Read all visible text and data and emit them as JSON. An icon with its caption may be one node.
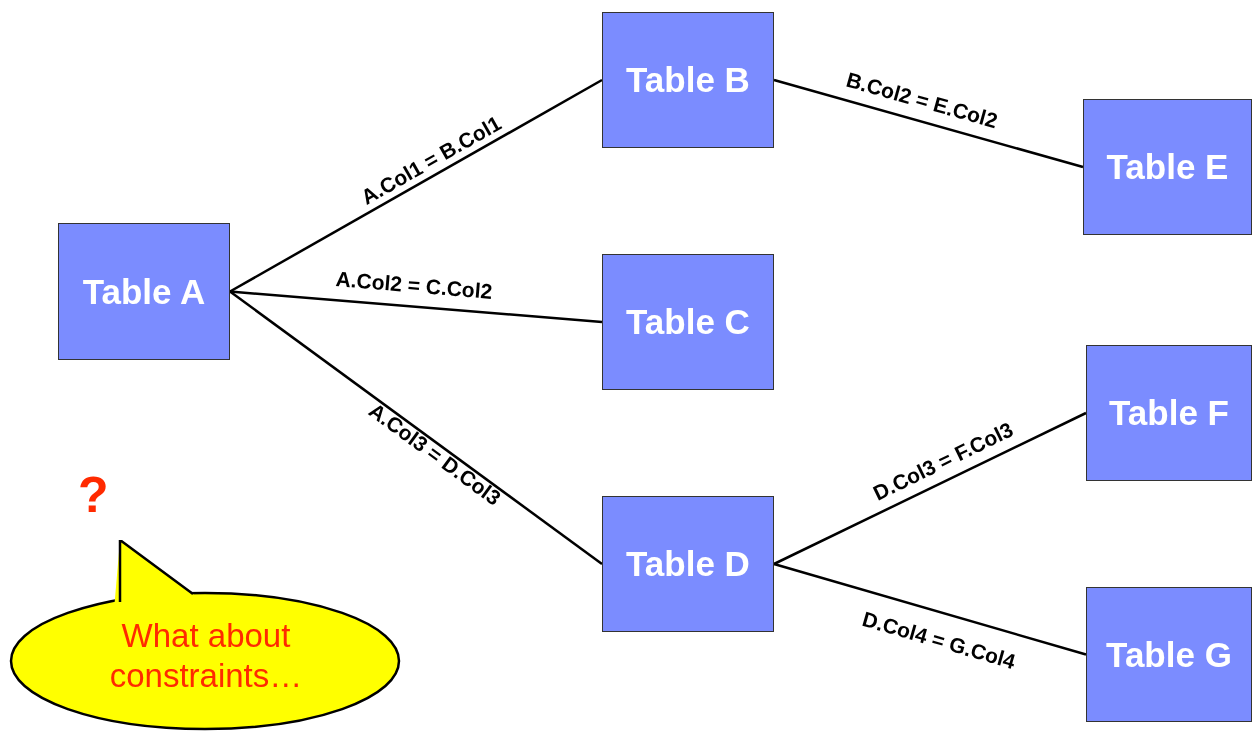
{
  "diagram": {
    "nodes": [
      {
        "text": [
          "Table A"
        ]
      },
      {
        "text": [
          "Table B"
        ]
      },
      {
        "text": [
          "Table C"
        ]
      },
      {
        "text": [
          "Table D"
        ]
      },
      {
        "text": [
          "Table E"
        ]
      },
      {
        "text": [
          "Table F"
        ]
      },
      {
        "text": [
          "Table G"
        ]
      },
      {
        "text": [
          "What about constraints…"
        ]
      }
    ],
    "edges": [
      {
        "from": 0,
        "to": 1,
        "arrow": "none",
        "label": "A.Col1 = B.Col1"
      },
      {
        "from": 0,
        "to": 2,
        "arrow": "none",
        "label": "A.Col2 = C.Col2"
      },
      {
        "from": 0,
        "to": 3,
        "arrow": "none",
        "label": "A.Col3 = D.Col3"
      },
      {
        "from": 1,
        "to": 4,
        "arrow": "none",
        "label": "B.Col2 = E.Col2"
      },
      {
        "from": 3,
        "to": 5,
        "arrow": "none",
        "label": "D.Col3 = F.Col3"
      },
      {
        "from": 3,
        "to": 6,
        "arrow": "none",
        "label": "D.Col4 = G.Col4"
      }
    ],
    "labels": [
      "?"
    ]
  }
}
